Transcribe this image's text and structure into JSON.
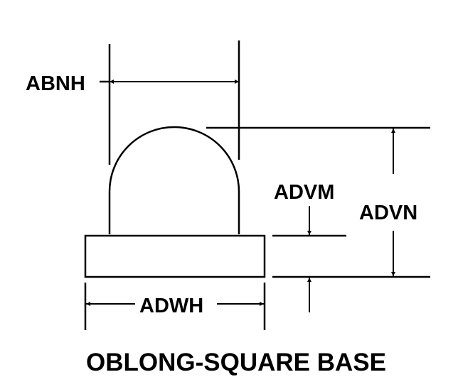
{
  "diagram": {
    "title": "OBLONG-SQUARE BASE",
    "labels": {
      "abnh": "ABNH",
      "advm": "ADVM",
      "advn": "ADVN",
      "adwh": "ADWH"
    },
    "colors": {
      "line": "#000000",
      "background": "#ffffff"
    }
  }
}
